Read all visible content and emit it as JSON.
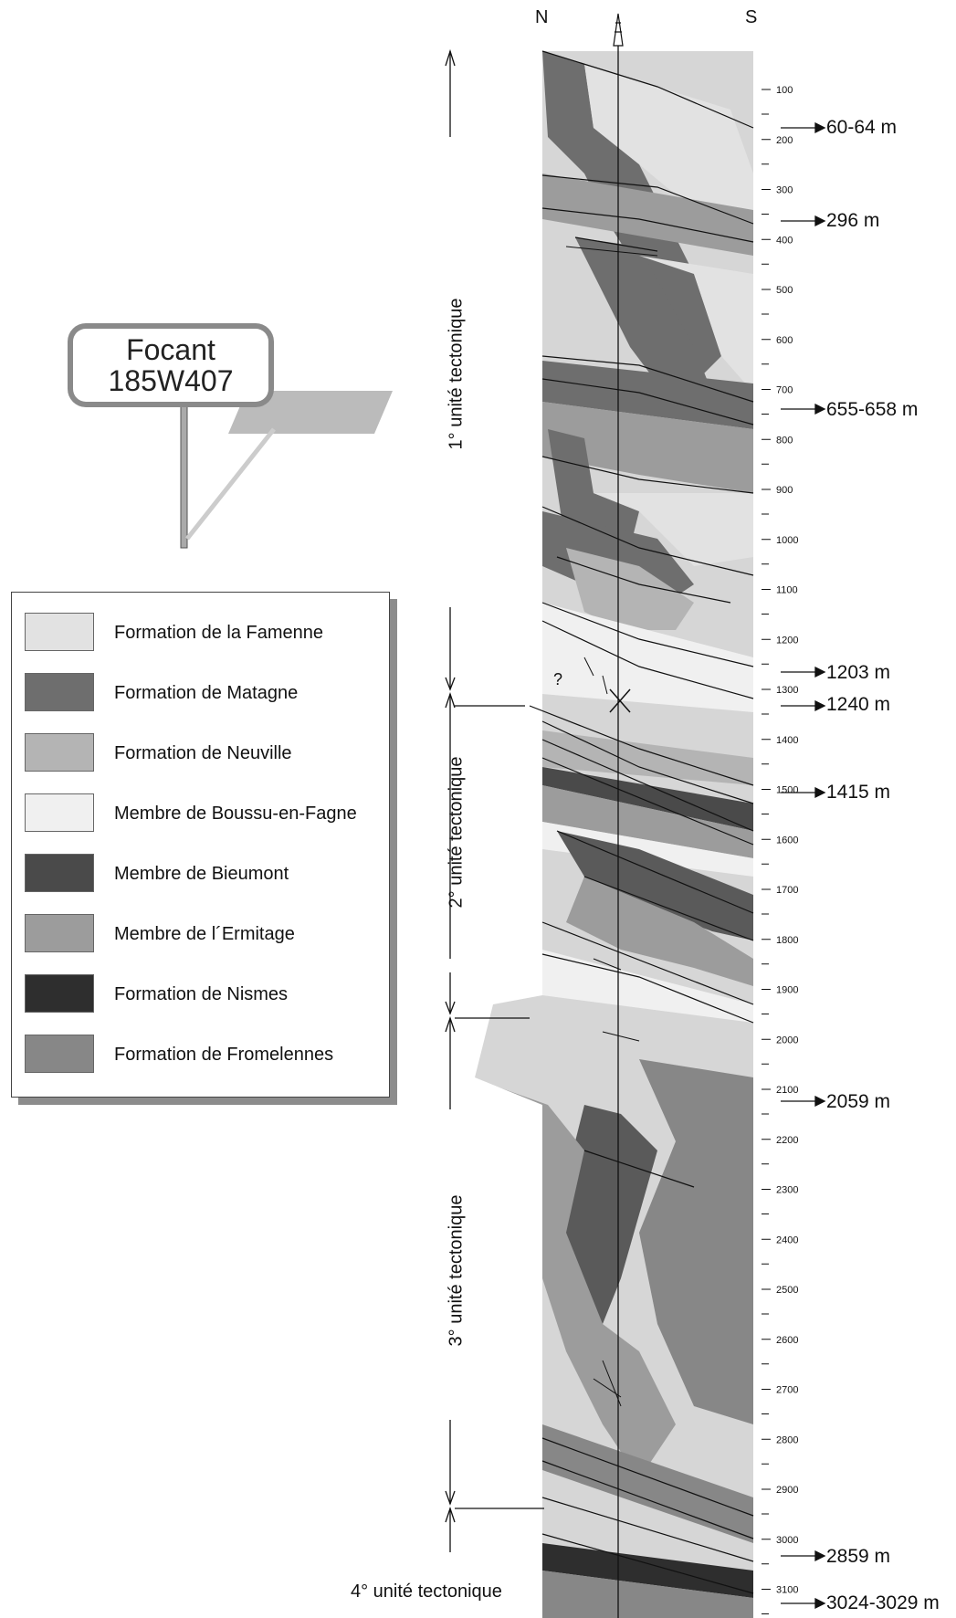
{
  "sign": {
    "line1": "Focant",
    "line2": "185W407"
  },
  "compass": {
    "north": "N",
    "south": "S"
  },
  "legend": [
    {
      "label": "Formation de la Famenne",
      "color": "#e2e2e2"
    },
    {
      "label": "Formation de Matagne",
      "color": "#6e6e6e"
    },
    {
      "label": "Formation de Neuville",
      "color": "#b4b4b4"
    },
    {
      "label": "Membre de Boussu-en-Fagne",
      "color": "#f0f0f0"
    },
    {
      "label": "Membre de Bieumont",
      "color": "#4a4a4a"
    },
    {
      "label": "Membre de l´Ermitage",
      "color": "#9c9c9c"
    },
    {
      "label": "Formation de Nismes",
      "color": "#2e2e2e"
    },
    {
      "label": "Formation de Fromelennes",
      "color": "#878787"
    }
  ],
  "units": [
    {
      "label": "1° unité tectonique"
    },
    {
      "label": "2° unité tectonique"
    },
    {
      "label": "3° unité tectonique"
    },
    {
      "label": "4° unité tectonique"
    }
  ],
  "depth_scale": [
    100,
    200,
    300,
    400,
    500,
    600,
    700,
    800,
    900,
    1000,
    1100,
    1200,
    1300,
    1400,
    1500,
    1600,
    1700,
    1800,
    1900,
    2000,
    2100,
    2200,
    2300,
    2400,
    2500,
    2600,
    2700,
    2800,
    2900,
    3000,
    3100
  ],
  "depth_markers": [
    "60-64 m",
    "296 m",
    "655-658 m",
    "1203 m",
    "1240 m",
    "1415 m",
    "2059 m",
    "2859 m",
    "3024-3029 m"
  ],
  "question_mark": "?",
  "colors": {
    "background": "#d6d6d6",
    "dark": "#5a5a5a",
    "line": "#111111"
  }
}
